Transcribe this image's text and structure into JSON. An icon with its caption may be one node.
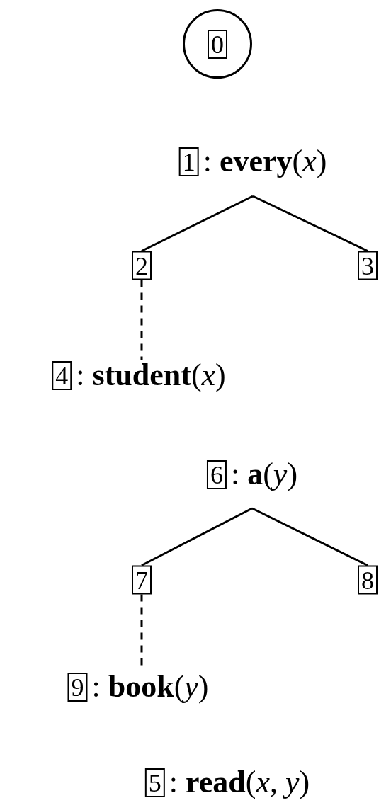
{
  "diagram": {
    "nodes": [
      {
        "text": [
          "0"
        ]
      },
      {
        "text": [
          "1",
          ": **every**(*x*)"
        ]
      },
      {
        "text": [
          "2"
        ]
      },
      {
        "text": [
          "3"
        ]
      },
      {
        "text": [
          "4",
          ": **student**(*x*)"
        ]
      },
      {
        "text": [
          "6",
          ": **a**(*y*)"
        ]
      },
      {
        "text": [
          "7"
        ]
      },
      {
        "text": [
          "8"
        ]
      },
      {
        "text": [
          "9",
          ": **book**(*y*)"
        ]
      },
      {
        "text": [
          "5",
          ": **read**(*x*, *y*)"
        ]
      }
    ],
    "edges": [
      {
        "from": 1,
        "to": 2,
        "arrow": "none"
      },
      {
        "from": 1,
        "to": 3,
        "arrow": "none"
      },
      {
        "from": 2,
        "to": 4,
        "arrow": "none",
        "style": "dashed"
      },
      {
        "from": 5,
        "to": 6,
        "arrow": "none"
      },
      {
        "from": 5,
        "to": 7,
        "arrow": "none"
      },
      {
        "from": 6,
        "to": 8,
        "arrow": "none",
        "style": "dashed"
      }
    ]
  }
}
